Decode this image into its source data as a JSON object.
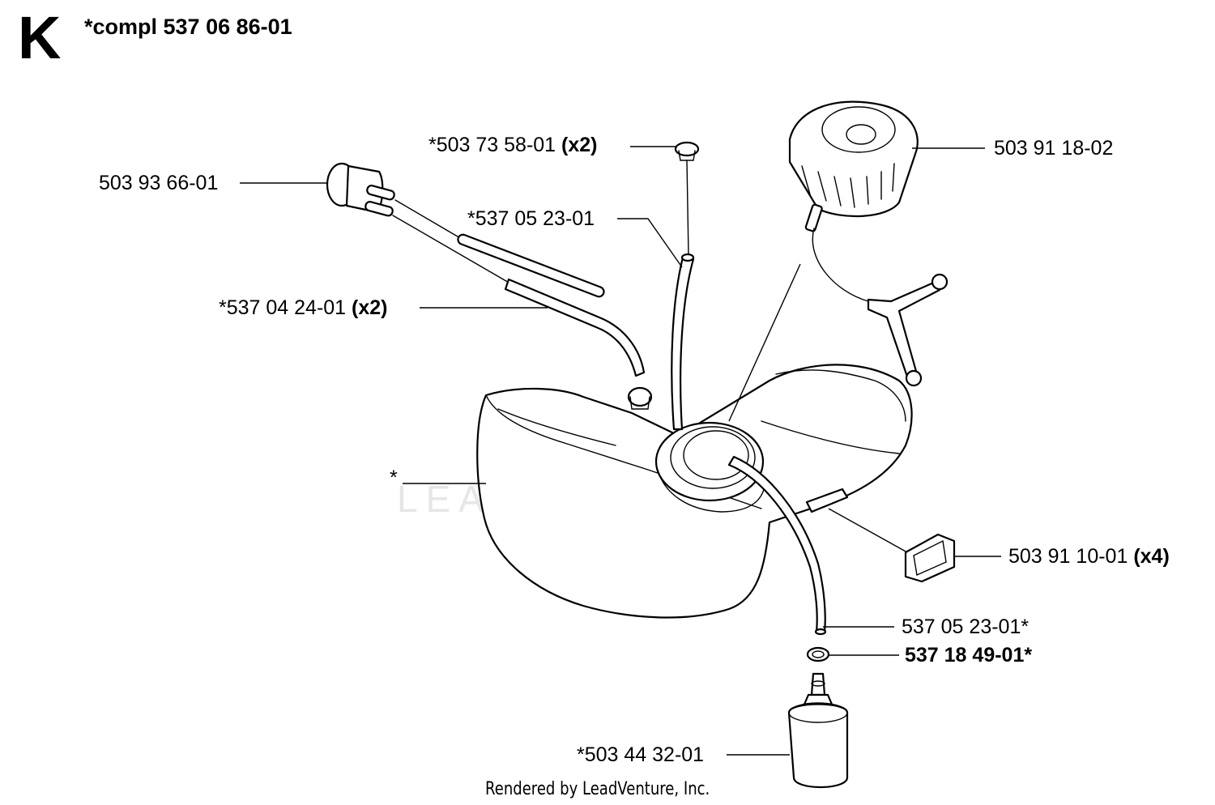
{
  "section": {
    "letter": "K",
    "heading": "*compl 537 06 86-01"
  },
  "watermark": "LEADVENTURE",
  "callouts": {
    "grommet_top": {
      "part": "*503 73 58-01",
      "qty": "(x2)"
    },
    "primer_bulb": {
      "part": "503 93 66-01"
    },
    "fuel_hose_top": {
      "part": "*537 05 23-01"
    },
    "hose_pair": {
      "part": "*537 04 24-01",
      "qty": "(x2)"
    },
    "fuel_cap": {
      "part": "503 91 18-02"
    },
    "tank": {
      "part": "*"
    },
    "rubber_foot": {
      "part": "503 91 10-01",
      "qty": "(x4)"
    },
    "fuel_hose_bottom": {
      "part": "537 05 23-01*"
    },
    "o_ring": {
      "part": "537 18 49-01*"
    },
    "fuel_filter": {
      "part": "*503 44 32-01"
    }
  },
  "footer": "Rendered by LeadVenture, Inc."
}
